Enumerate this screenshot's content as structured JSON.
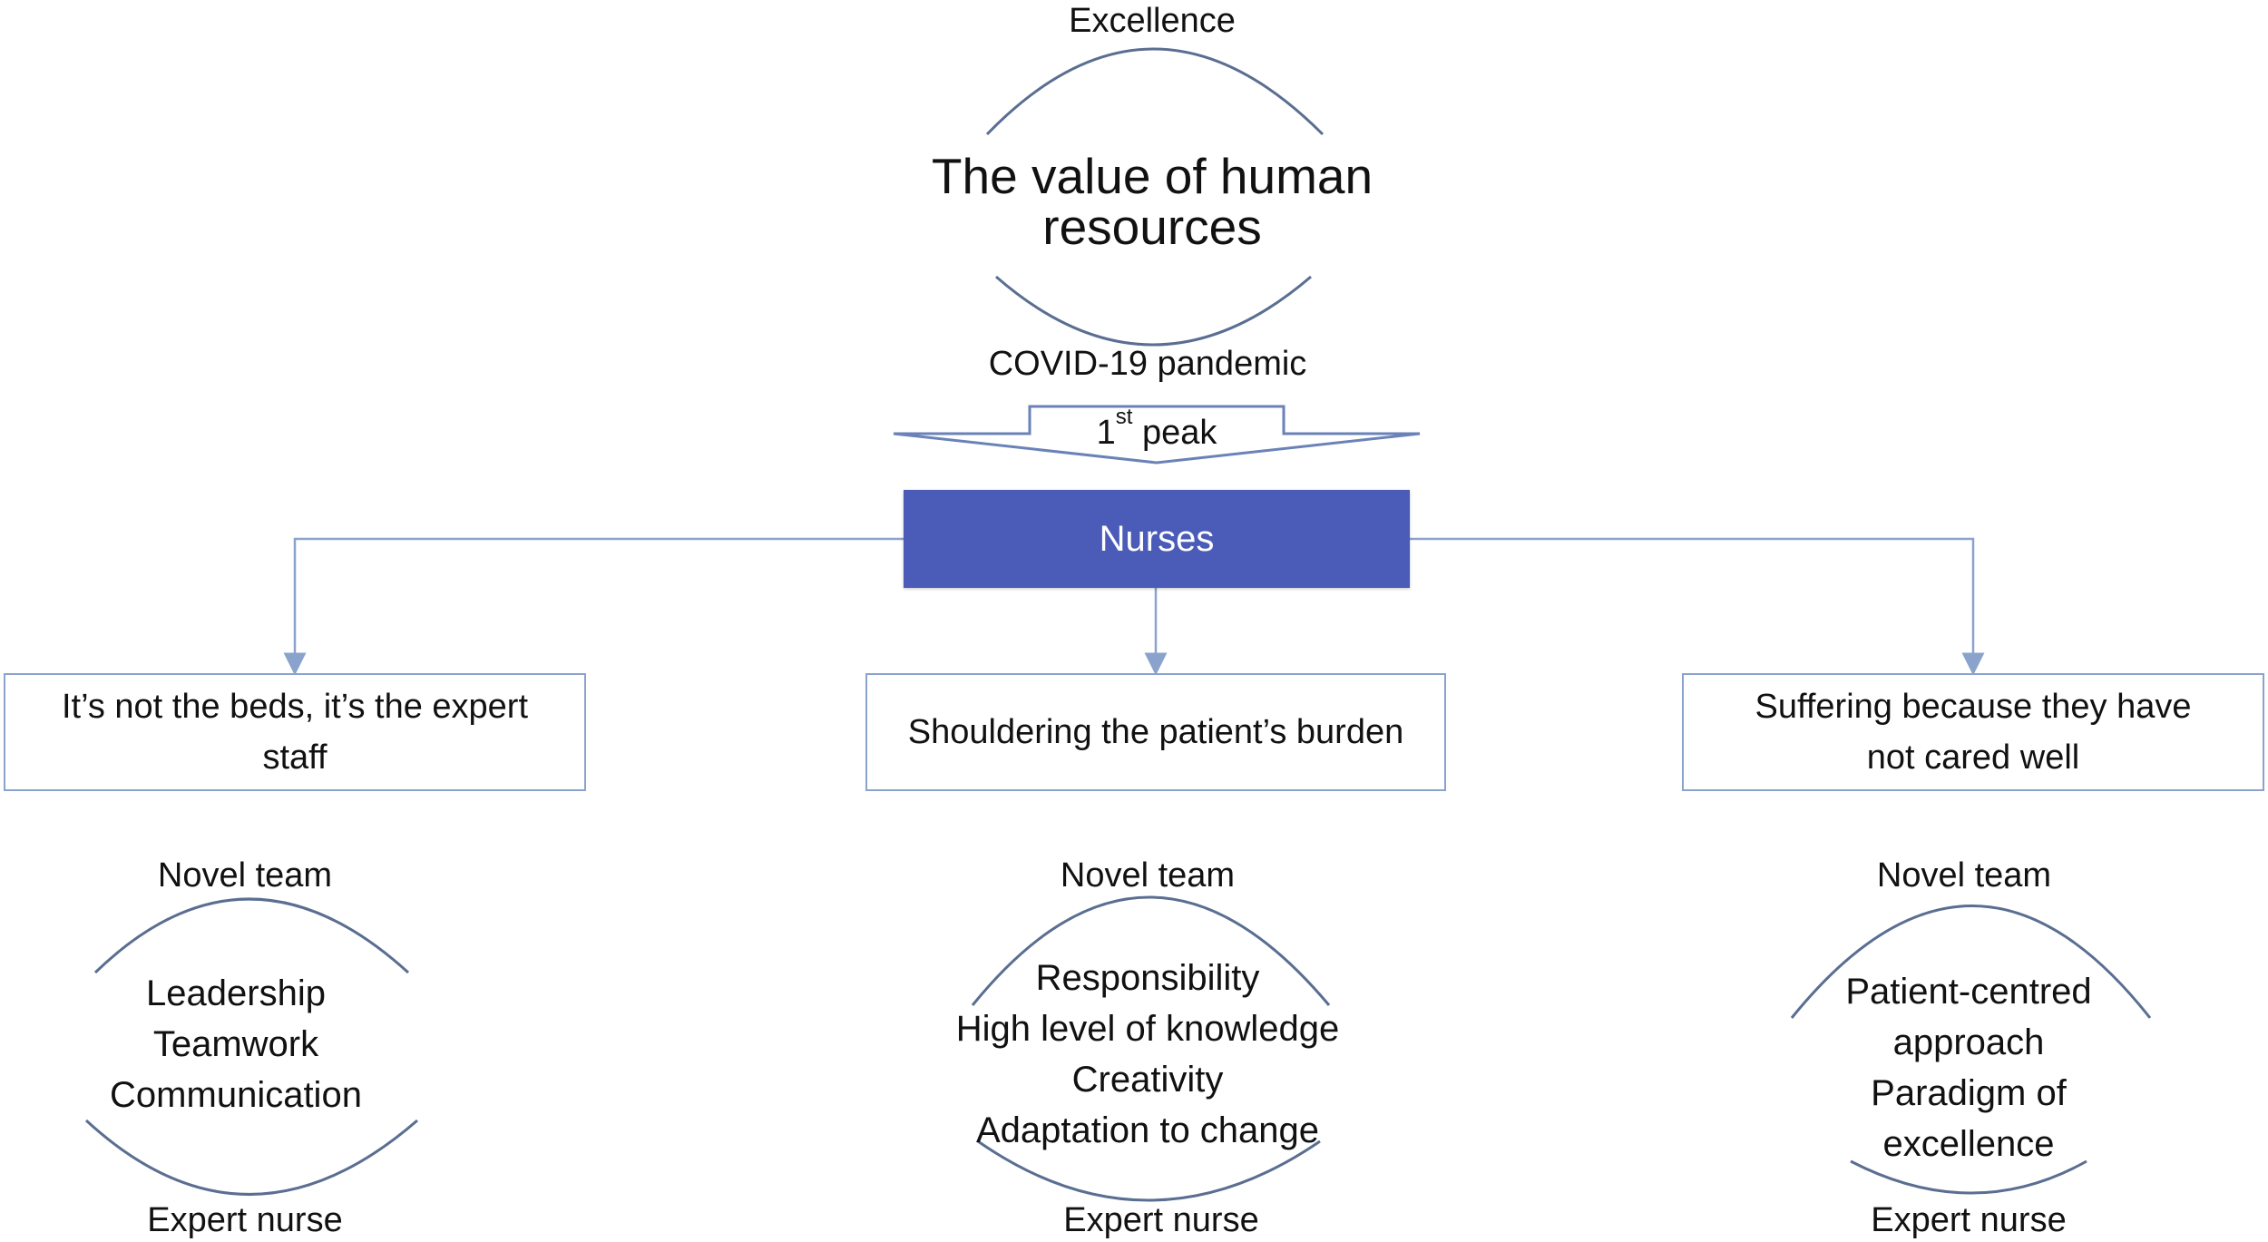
{
  "top": {
    "excellence": "Excellence",
    "title_line1": "The value of human",
    "title_line2": "resources",
    "covid": "COVID-19 pandemic",
    "peak_number": "1",
    "peak_suffix": "st",
    "peak_word": "peak"
  },
  "nurses": "Nurses",
  "themes": [
    {
      "line1": "It’s not the beds, it’s the expert",
      "line2": "staff"
    },
    {
      "line1": "Shouldering the patient’s burden"
    },
    {
      "line1": "Suffering because they have",
      "line2": "not cared well"
    }
  ],
  "columns": [
    {
      "top": "Novel team",
      "items": [
        "Leadership",
        "Teamwork",
        "Communication"
      ],
      "bottom": "Expert nurse"
    },
    {
      "top": "Novel team",
      "items": [
        "Responsibility",
        "High level of knowledge",
        "Creativity",
        "Adaptation to change"
      ],
      "bottom": "Expert nurse"
    },
    {
      "top": "Novel team",
      "items": [
        "Patient-centred",
        "approach",
        "Paradigm of",
        "excellence"
      ],
      "bottom": "Expert nurse"
    }
  ],
  "colors": {
    "nurses_fill": "#4a5cb8",
    "connector": "#8aa3cc",
    "arc": "#5a6e92"
  }
}
